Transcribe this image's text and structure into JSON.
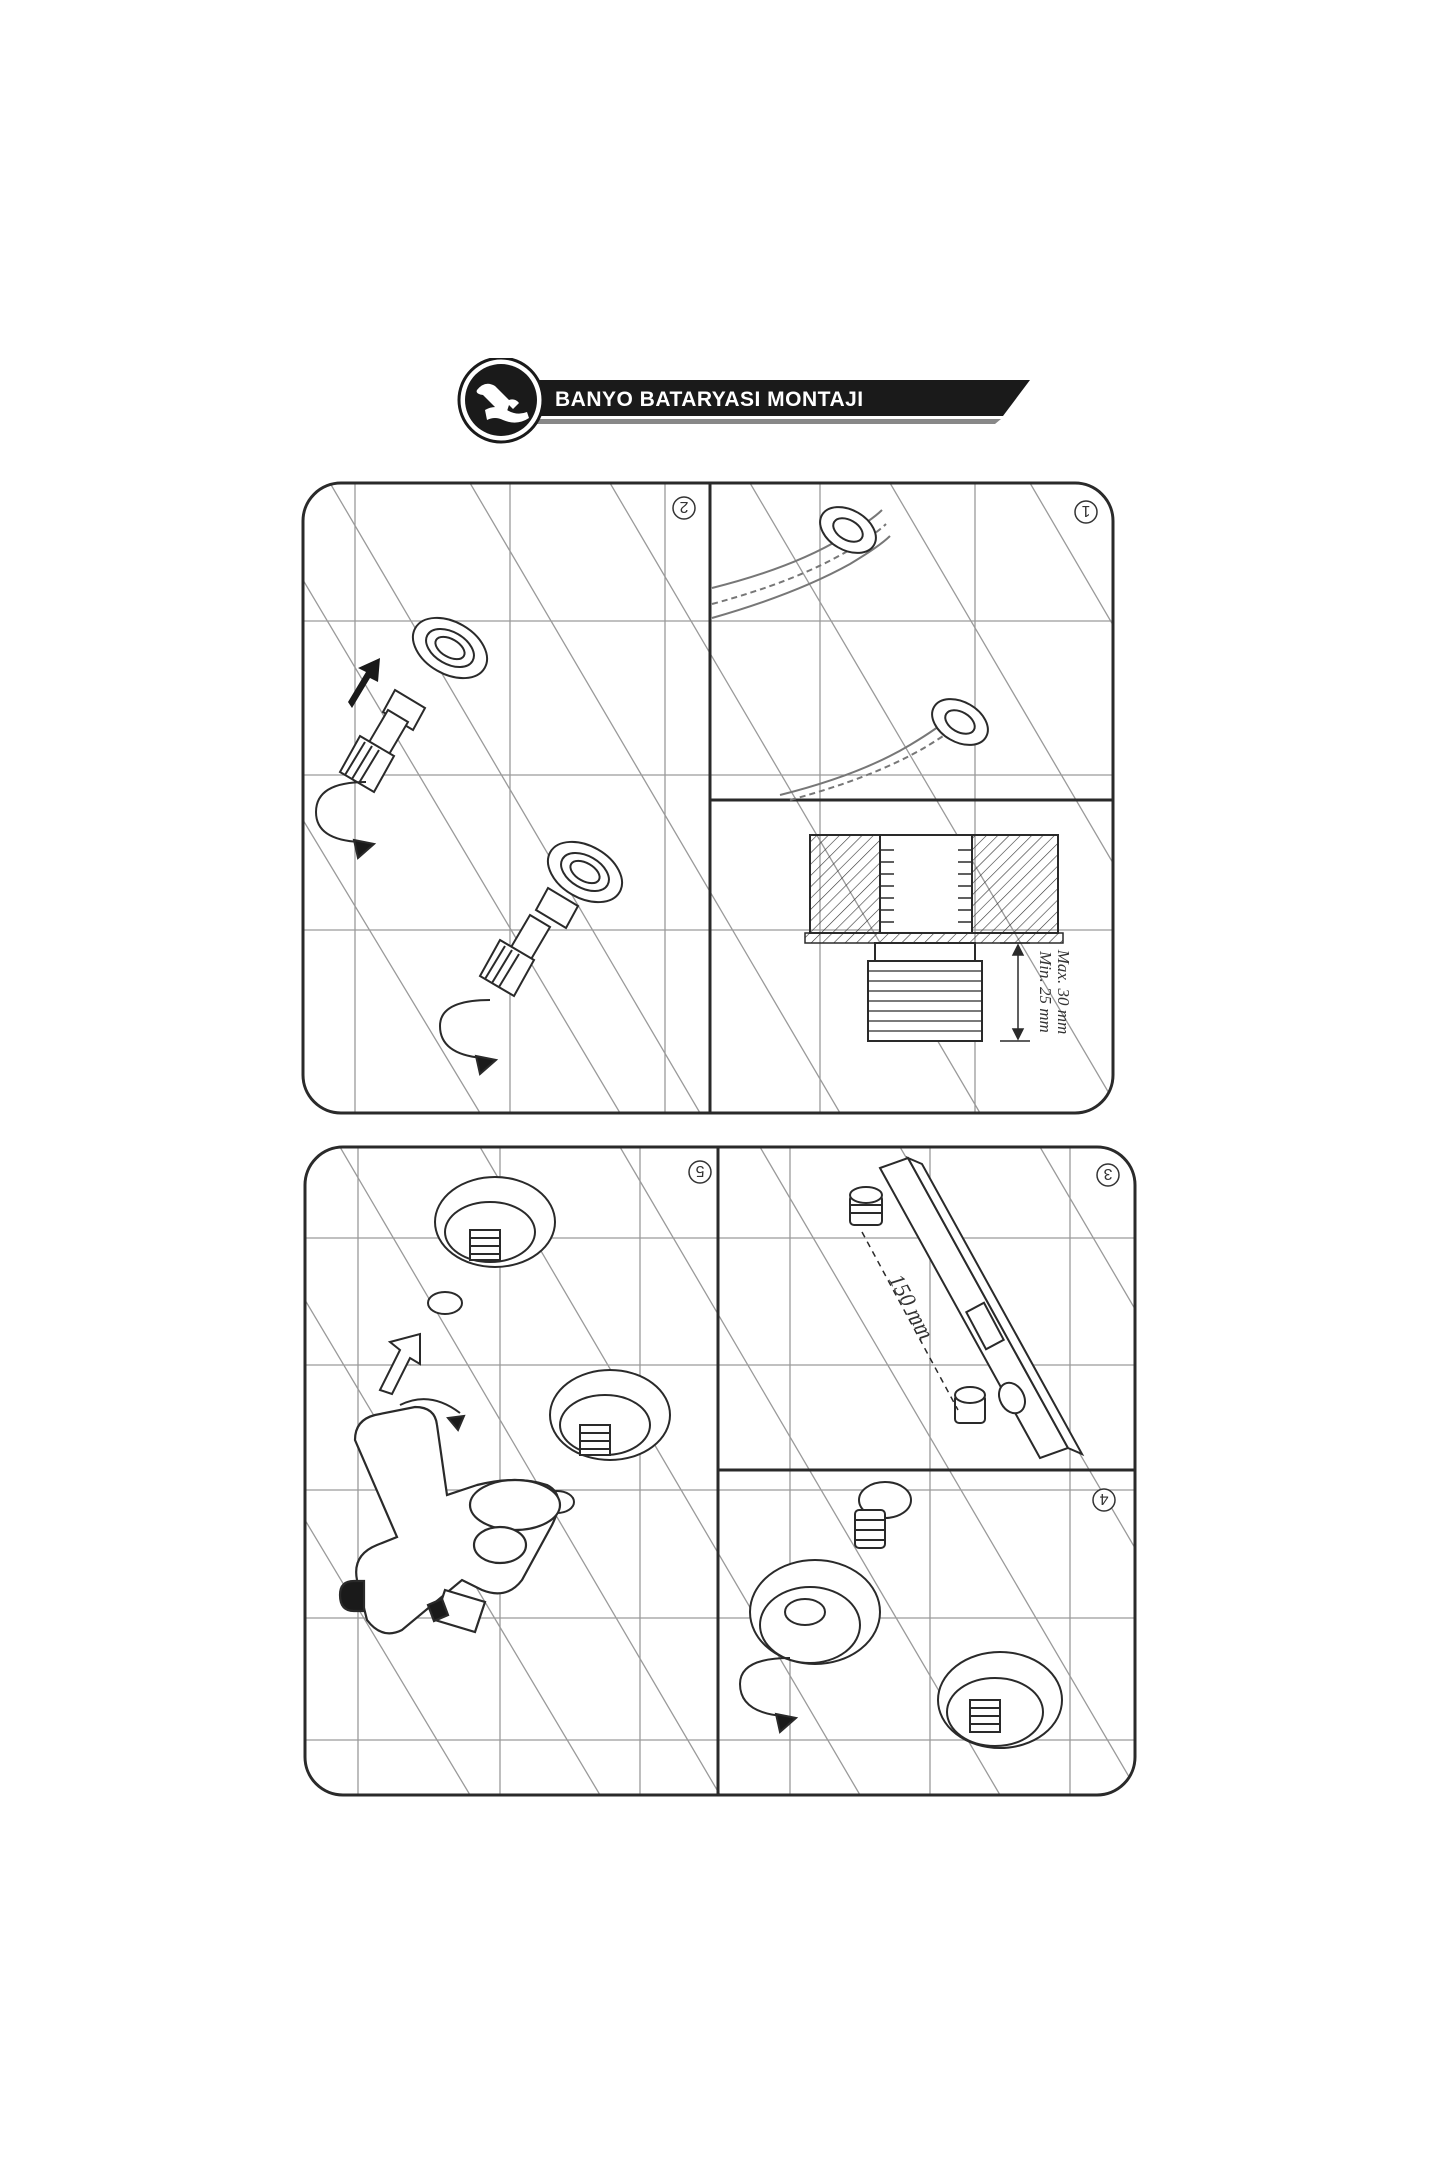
{
  "header": {
    "title": "BANYO BATARYASI MONTAJI",
    "icon": "wrench-hand-icon"
  },
  "panels": [
    {
      "step": "1",
      "content": "wall-inlet-pipes"
    },
    {
      "step": "2",
      "content": "eccentric-fittings-installation"
    },
    {
      "step": "3",
      "content": "spirit-level-spacing"
    },
    {
      "step": "4",
      "content": "cover-rosettes-installation"
    },
    {
      "step": "5",
      "content": "mixer-body-mounting"
    }
  ],
  "measurements": {
    "length_min": "Min. 25 mm",
    "length_max": "Max. 30 mm",
    "spacing": "150 mm"
  },
  "colors": {
    "line": "#2a2a2a",
    "grid": "#9a9a9a",
    "header_bg": "#1a1a1a"
  }
}
